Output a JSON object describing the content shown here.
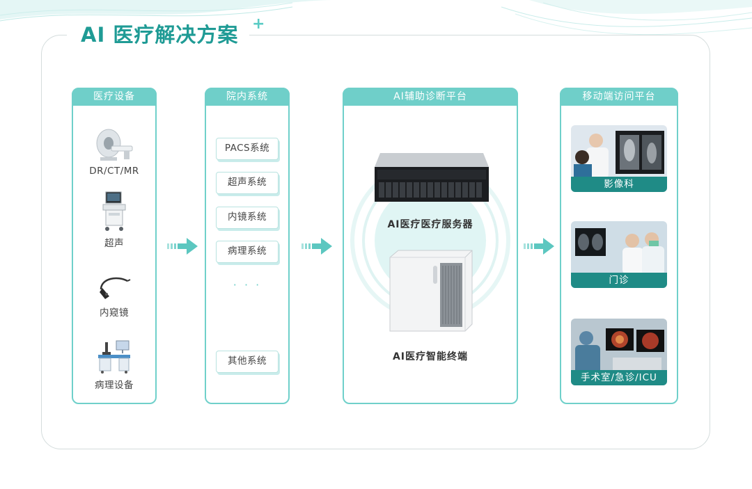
{
  "title": "AI 医疗解决方案",
  "columns": {
    "devices": {
      "header": "医疗设备",
      "items": [
        "DR/CT/MR",
        "超声",
        "内窥镜",
        "病理设备"
      ]
    },
    "systems": {
      "header": "院内系统",
      "items": [
        "PACS系统",
        "超声系统",
        "内镜系统",
        "病理系统",
        "其他系统"
      ],
      "ellipsis": "· · ·"
    },
    "platform": {
      "header": "AI辅助诊断平台",
      "server_label": "AI医疗医疗服务器",
      "terminal_label": "AI医疗智能终端"
    },
    "mobile": {
      "header": "移动端访问平台",
      "items": [
        "影像科",
        "门诊",
        "手术室/急诊/ICU"
      ]
    }
  },
  "colors": {
    "accent": "#6fcfc9",
    "title": "#1f9b95",
    "caption_bg": "#1f8b86"
  }
}
